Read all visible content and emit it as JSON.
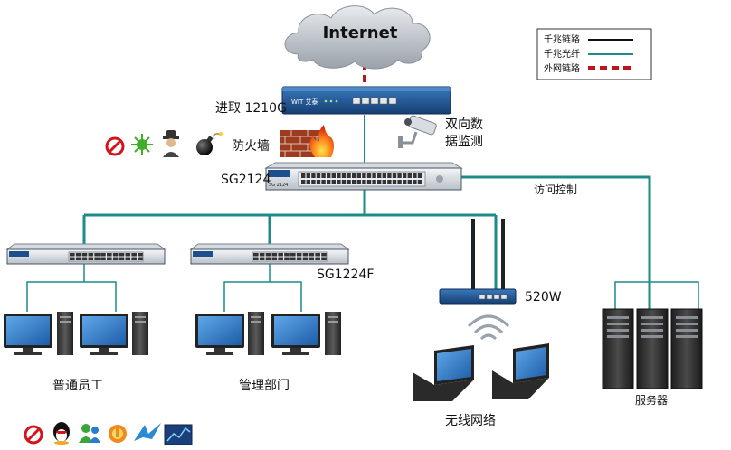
{
  "cloud": {
    "label": "Internet"
  },
  "legend": {
    "items": [
      {
        "label": "千兆链路",
        "color": "#111111"
      },
      {
        "label": "千兆光纤",
        "color": "#1f8a8a"
      },
      {
        "label": "外网链路",
        "color": "#c0141c"
      }
    ]
  },
  "router": {
    "label": "进取 1210G",
    "brand": "WIT 艾泰"
  },
  "firewall": {
    "label": "防火墙"
  },
  "monitor": {
    "label_line1": "双向数",
    "label_line2": "据监测"
  },
  "core_switch": {
    "label": "SG2124",
    "plate": "SG 2124"
  },
  "access_control": {
    "label": "访问控制"
  },
  "access_switch": {
    "label": "SG1224F"
  },
  "wireless": {
    "label": "520W",
    "group_label": "无线网络"
  },
  "groups": {
    "staff": "普通员工",
    "management": "管理部门",
    "servers": "服务器"
  },
  "colors": {
    "teal": "#1f8a8a",
    "red": "#c0141c",
    "device_blue": "#1c4f8c"
  }
}
